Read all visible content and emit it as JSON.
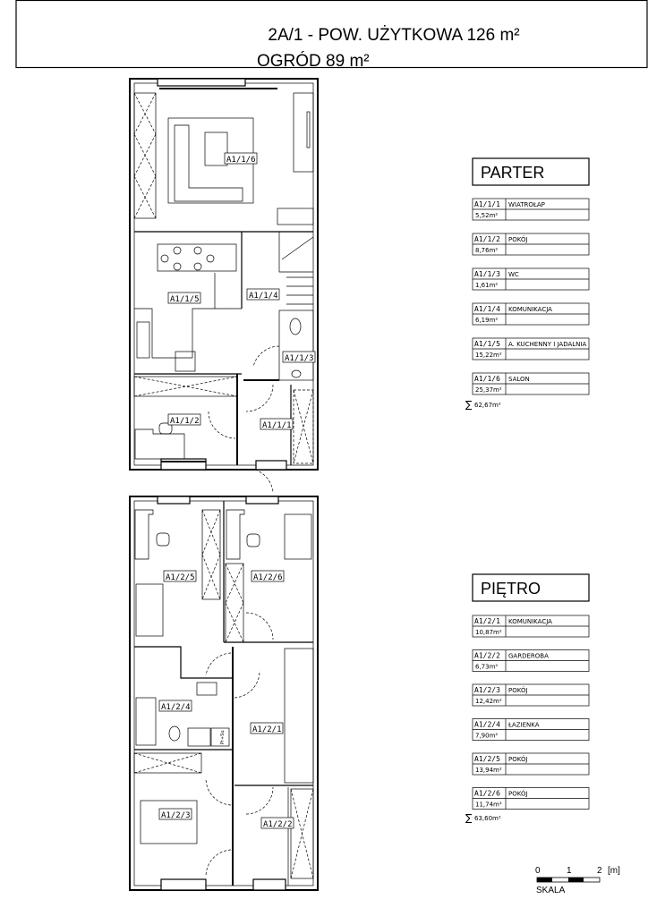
{
  "header": {
    "title": "2A/1 - POW. UŻYTKOWA 126 m²",
    "subtitle": "OGRÓD 89 m²"
  },
  "parter": {
    "heading": "PARTER",
    "plan_labels": [
      "A1/1/6",
      "A1/1/5",
      "A1/1/4",
      "A1/1/3",
      "A1/1/2",
      "A1/1/1"
    ],
    "rooms": [
      {
        "id": "A1/1/1",
        "name": "WIATROŁAP",
        "area": "5,52m²"
      },
      {
        "id": "A1/1/2",
        "name": "POKÓJ",
        "area": "8,76m²"
      },
      {
        "id": "A1/1/3",
        "name": "WC",
        "area": "1,61m²"
      },
      {
        "id": "A1/1/4",
        "name": "KOMUNIKACJA",
        "area": "6,19m²"
      },
      {
        "id": "A1/1/5",
        "name": "A. KUCHENNY I JADALNIA",
        "area": "15,22m²"
      },
      {
        "id": "A1/1/6",
        "name": "SALON",
        "area": "25,37m²"
      }
    ],
    "sum": "62,67m²"
  },
  "pietro": {
    "heading": "PIĘTRO",
    "plan_labels": [
      "A1/2/5",
      "A1/2/6",
      "A1/2/4",
      "A1/2/1",
      "A1/2/3",
      "A1/2/2"
    ],
    "rooms": [
      {
        "id": "A1/2/1",
        "name": "KOMUNIKACJA",
        "area": "10,87m²"
      },
      {
        "id": "A1/2/2",
        "name": "GARDEROBA",
        "area": "6,73m²"
      },
      {
        "id": "A1/2/3",
        "name": "POKÓJ",
        "area": "12,42m²"
      },
      {
        "id": "A1/2/4",
        "name": "ŁAZIENKA",
        "area": "7,90m²"
      },
      {
        "id": "A1/2/5",
        "name": "POKÓJ",
        "area": "13,94m²"
      },
      {
        "id": "A1/2/6",
        "name": "POKÓJ",
        "area": "11,74m²"
      }
    ],
    "sum": "63,60m²"
  },
  "appliance": {
    "washer": "Pr+Su"
  },
  "scale": {
    "t0": "0",
    "t1": "1",
    "t2": "2",
    "unit": "[m]",
    "label": "SKALA"
  },
  "sum_symbol": "∑"
}
